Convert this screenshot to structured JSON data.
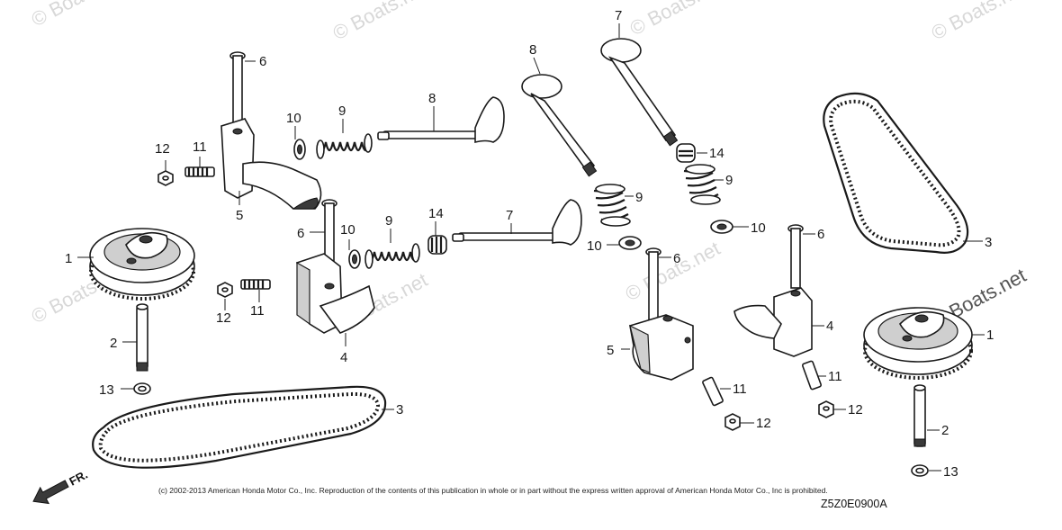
{
  "watermark": {
    "text": "© Boats.net",
    "icon": "copyright-symbol"
  },
  "copyright": "(c) 2002-2013 American Honda Motor Co., Inc. Reproduction of the contents of this publication in whole or in part without the express written approval of American Honda Motor Co., Inc is prohibited.",
  "diagram_code": "Z5Z0E0900A",
  "direction_label": "FR.",
  "callouts": {
    "c1_left": "1",
    "c1_right": "1",
    "c2_left": "2",
    "c2_right": "2",
    "c3_left": "3",
    "c3_right": "3",
    "c4_mid": "4",
    "c4_right": "4",
    "c5_top": "5",
    "c5_mid": "5",
    "c6_top": "6",
    "c6_mid": "6",
    "c6_center": "6",
    "c6_right": "6",
    "c7_mid": "7",
    "c7_top": "7",
    "c8_top": "8",
    "c8_center": "8",
    "c9_top": "9",
    "c9_mid": "9",
    "c9_center": "9",
    "c9_right": "9",
    "c10_top": "10",
    "c10_mid": "10",
    "c10_center": "10",
    "c10_right": "10",
    "c11_top": "11",
    "c11_mid": "11",
    "c11_center": "11",
    "c11_right": "11",
    "c12_top": "12",
    "c12_mid": "12",
    "c12_center": "12",
    "c12_right": "12",
    "c13_left": "13",
    "c13_right": "13",
    "c14_mid": "14",
    "c14_right": "14"
  }
}
